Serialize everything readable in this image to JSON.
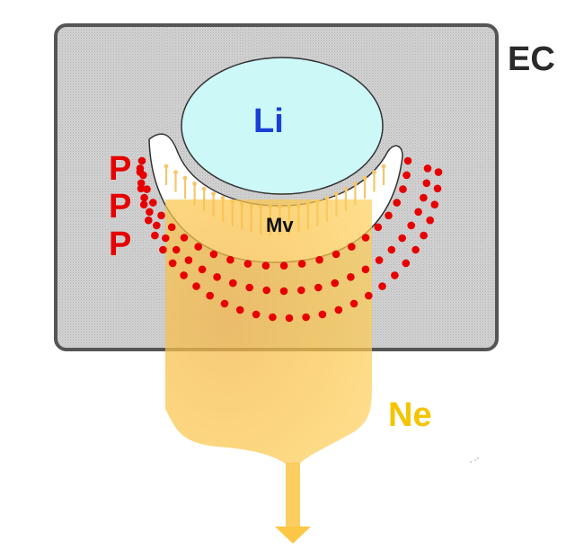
{
  "labels": {
    "cell": "EC",
    "lumen": "Li",
    "microvilli": "Mv",
    "nerve": "Ne",
    "p_marks": [
      "P",
      "P",
      "P"
    ]
  },
  "colors": {
    "cell_fill": "#cfcfcf",
    "cell_border": "#555555",
    "lumen_fill": "#ccf8f8",
    "lumen_text": "#1a3fd6",
    "nerve_fill": "#fcc646",
    "nerve_text": "#f5c400",
    "dots": "#e60000",
    "p_text": "#e60000",
    "label_dark": "#2a2a2a"
  }
}
